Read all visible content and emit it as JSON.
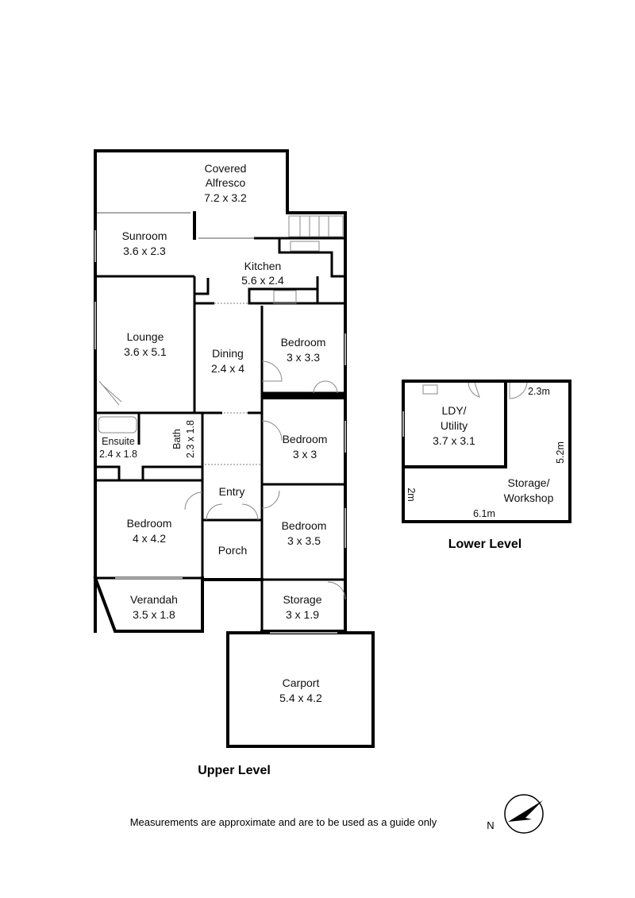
{
  "upper_level": {
    "title": "Upper Level",
    "rooms": {
      "alfresco": {
        "name1": "Covered",
        "name2": "Alfresco",
        "size": "7.2 x 3.2"
      },
      "sunroom": {
        "name": "Sunroom",
        "size": "3.6 x 2.3"
      },
      "kitchen": {
        "name": "Kitchen",
        "size": "5.6 x 2.4"
      },
      "lounge": {
        "name": "Lounge",
        "size": "3.6 x 5.1"
      },
      "dining": {
        "name": "Dining",
        "size": "2.4 x 4"
      },
      "bedroom_a": {
        "name": "Bedroom",
        "size": "3 x 3.3"
      },
      "bedroom_b": {
        "name": "Bedroom",
        "size": "3 x 3"
      },
      "ensuite": {
        "name": "Ensuite",
        "size": "2.4 x 1.8"
      },
      "bath": {
        "name": "Bath",
        "size": "2.3 x 1.8"
      },
      "entry": {
        "name": "Entry"
      },
      "bedroom_main": {
        "name": "Bedroom",
        "size": "4 x 4.2"
      },
      "porch": {
        "name": "Porch"
      },
      "bedroom_c": {
        "name": "Bedroom",
        "size": "3 x 3.5"
      },
      "verandah": {
        "name": "Verandah",
        "size": "3.5 x 1.8"
      },
      "storage": {
        "name": "Storage",
        "size": "3 x 1.9"
      },
      "carport": {
        "name": "Carport",
        "size": "5.4 x 4.2"
      }
    }
  },
  "lower_level": {
    "title": "Lower Level",
    "rooms": {
      "laundry": {
        "name1": "LDY/",
        "name2": "Utility",
        "size": "3.7 x 3.1"
      },
      "workshop": {
        "name1": "Storage/",
        "name2": "Workshop",
        "dim_top": "2.3m",
        "dim_right": "5.2m",
        "dim_left": "2m",
        "dim_bottom": "6.1m"
      }
    }
  },
  "disclaimer": "Measurements are approximate and are to be used as a guide only",
  "compass": {
    "label": "N"
  }
}
